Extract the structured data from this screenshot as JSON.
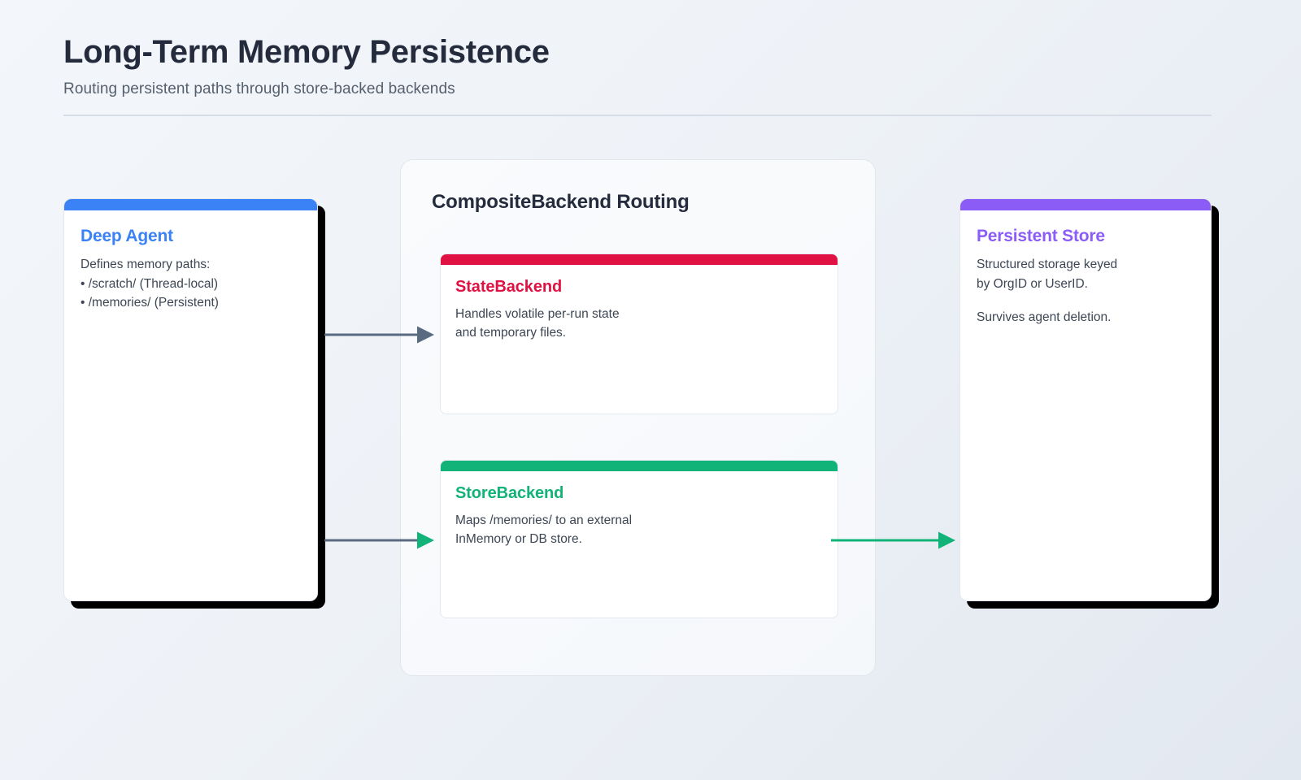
{
  "header": {
    "title": "Long-Term Memory Persistence",
    "subtitle": "Routing persistent paths through store-backed backends"
  },
  "left_card": {
    "title": "Deep Agent",
    "accent_color": "#3b82f6",
    "body": "Defines memory paths:\n• /scratch/ (Thread-local)\n• /memories/ (Persistent)"
  },
  "center_panel": {
    "title": "CompositeBackend Routing",
    "cards": [
      {
        "title": "StateBackend",
        "accent_color": "#e01143",
        "body": "Handles volatile per-run state\nand temporary files."
      },
      {
        "title": "StoreBackend",
        "accent_color": "#12b378",
        "body": "Maps /memories/ to an external\nInMemory or DB store."
      }
    ]
  },
  "right_card": {
    "title": "Persistent Store",
    "accent_color": "#8b5cf6",
    "body_primary": "Structured storage keyed\nby OrgID or UserID.",
    "body_secondary": "Survives agent deletion."
  },
  "connectors": [
    {
      "name": "agent-to-statebackend",
      "color": "#5a6a80"
    },
    {
      "name": "agent-to-storebackend",
      "color": "#5a6a80"
    },
    {
      "name": "storebackend-to-persistent-store",
      "color": "#12b378"
    }
  ]
}
